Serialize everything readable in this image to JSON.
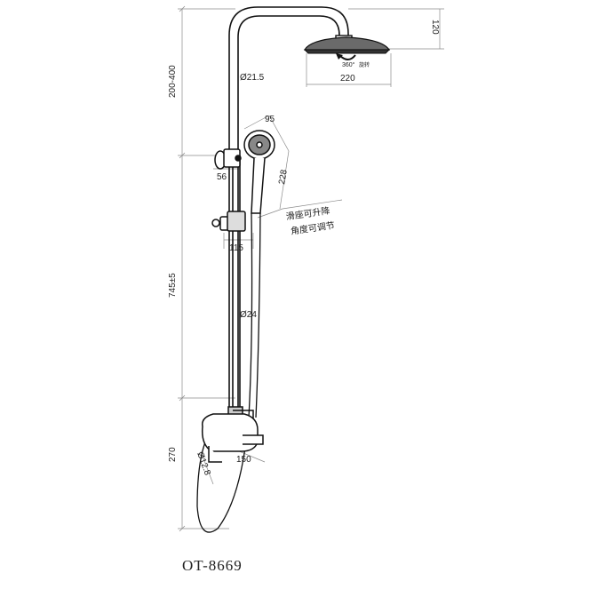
{
  "drawing": {
    "model": "OT-8669",
    "dims": {
      "head_height": "120",
      "head_width": "220",
      "rotation": "360°",
      "rotation_note": "旋转",
      "top_rise": "200-400",
      "top_pipe_dia": "Ø21.5",
      "hand_head_dia": "95",
      "hand_length": "228",
      "holder_offset": "56",
      "slide_width": "115",
      "column_height": "745±5",
      "column_dia": "Ø24",
      "mixer_height": "270",
      "spout_length": "150",
      "hose_dia": "Ø12.8"
    },
    "notes": {
      "line1": "滑座可升降",
      "line2": "角度可调节"
    }
  }
}
